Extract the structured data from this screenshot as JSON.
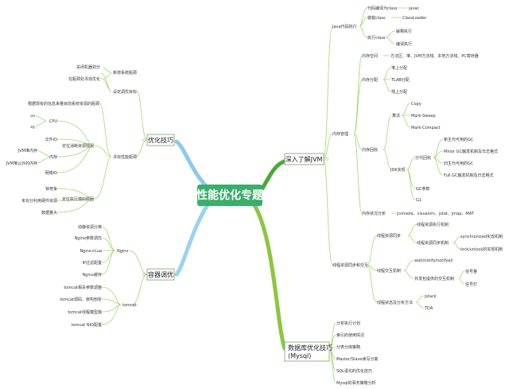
{
  "center": {
    "title": "性能优化专题"
  },
  "branches": {
    "optimize": {
      "label": "优化技巧",
      "groups": {
        "goal": {
          "label": "设定调优目标",
          "items": [
            "关闭机器划分",
            "在瓶颈处寻找优化"
          ],
          "sub_label": "新增系统瓶颈"
        },
        "locate": {
          "label": "寻找性能瓶颈",
          "items": [
            "根据现有的信息来量目前系统资源的瓶颈",
            "CPU",
            "文件IO",
            "内存",
            "网络IO"
          ],
          "cpu_items": [
            "us",
            "sy"
          ],
          "mem_items": [
            "JVM堆内存",
            "JVM堆以外的内存"
          ],
          "resource_label": "定位消耗资源情况",
          "exec_label": "定位执行慢的原因",
          "exec_items": [
            "锁竞争",
            "未充分利用硬件资源",
            "数据量大"
          ]
        }
      }
    },
    "container": {
      "label": "容器调优",
      "nginx": {
        "label": "Nginx",
        "items": [
          "动静资源分离",
          "Nginx参数调优",
          "Nginx+Lua",
          "IP过滤配置",
          "Nginx缓存"
        ]
      },
      "tomcat": {
        "label": "tomcat",
        "items": [
          "tomcat相关参数调整",
          "tomcat源码、架构剖析",
          "tomcat线程模型篇",
          "tomcat NIO配置"
        ]
      }
    },
    "jvm": {
      "label": "深入了解JVM",
      "exec": {
        "label": "Java代码执行",
        "compile": {
          "label": "代码编译为class",
          "items": [
            "javac"
          ]
        },
        "load": {
          "label": "装载class",
          "items": [
            "ClassLoader"
          ]
        },
        "run": {
          "label": "执行class",
          "items": [
            "解释执行",
            "编译执行"
          ]
        }
      },
      "memory": {
        "label": "内存管理",
        "space": {
          "label": "内存空间",
          "items": [
            "方法区、堆、JVM方法栈、本地方法栈、PC寄存器"
          ]
        },
        "alloc": {
          "label": "内存分配",
          "items": [
            "堆上分配",
            "TLAB分配",
            "栈上分配"
          ]
        },
        "gc": {
          "label": "内存回收",
          "algo": {
            "label": "算法",
            "items": [
              "Copy",
              "Mark-Sweep",
              "Mark-Compact"
            ]
          },
          "jdk": {
            "label": "JDK实现",
            "generational": {
              "label": "分代回收",
              "items": [
                "新生代可用的GC",
                "Minor GC触发机制及日志格式",
                "旧生代可用的GC",
                "Full GC触发机制及日志格式"
              ]
            },
            "items": [
              "GC参数",
              "G1"
            ]
          }
        },
        "tools": {
          "label": "内存状况分析",
          "items": [
            "jconsole、visualvm、jstat、jmap、MAT"
          ]
        }
      },
      "thread": {
        "label": "线程资源同步和交互",
        "sync": {
          "label": "线程资源同步",
          "items": [
            "线程资源执行机制"
          ],
          "lock": {
            "label": "线程资源同步机制",
            "items": [
              "synchronized实现机制",
              "lock/unlock的实现机制"
            ]
          }
        },
        "interact": {
          "label": "线程交互机制",
          "items": [
            "wait/notify/notifyall"
          ],
          "concurrent": {
            "label": "并发包提供的交互机制",
            "items": [
              "信号量",
              "信号灯"
            ]
          }
        },
        "analysis": {
          "label": "线程状态及分析方法",
          "items": [
            "jstack",
            "TDA"
          ]
        }
      }
    },
    "db": {
      "label": "数据库优化技巧 (Mysql)",
      "items": [
        "分析执行计划",
        "索引的使用情况",
        "分表分库策略",
        "Master/Slave读写分离",
        "SQL语句的优化技巧",
        "Mysql的事务策略分析"
      ]
    }
  },
  "colors": {
    "center": "#3aae6b",
    "left_upper": "#8ecae8",
    "left_lower": "#9ad3ef",
    "right_upper": "#4aa83a",
    "right_lower": "#8cc63f",
    "leaf_line": "#a3d977",
    "box_border": "#7aa06a"
  }
}
